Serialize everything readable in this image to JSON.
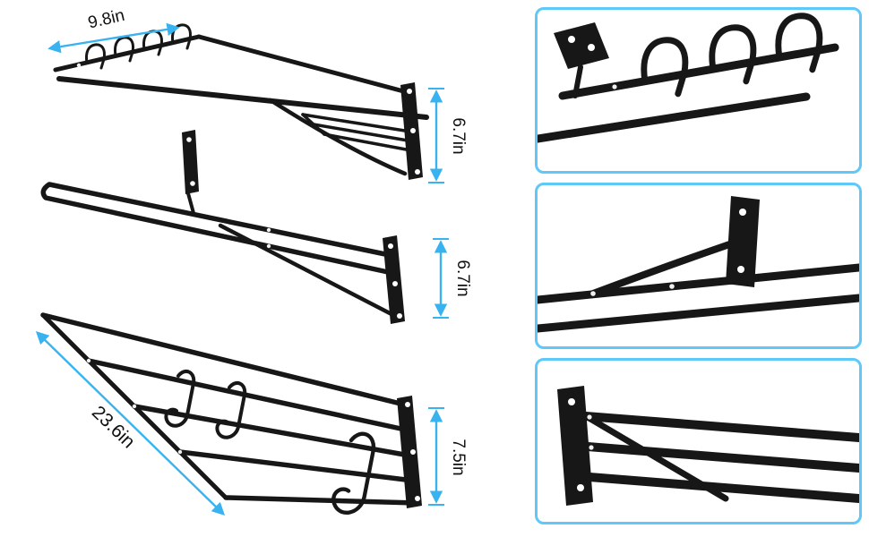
{
  "colors": {
    "accent_blue": "#38b3ef",
    "panel_border": "#5ec9f8",
    "rack_black": "#171717",
    "background": "#ffffff"
  },
  "annotations": {
    "top_width": "9.8in",
    "tier1_height": "6.7in",
    "tier2_height": "6.7in",
    "bottom_length": "23.6in",
    "tier3_height": "7.5in"
  }
}
